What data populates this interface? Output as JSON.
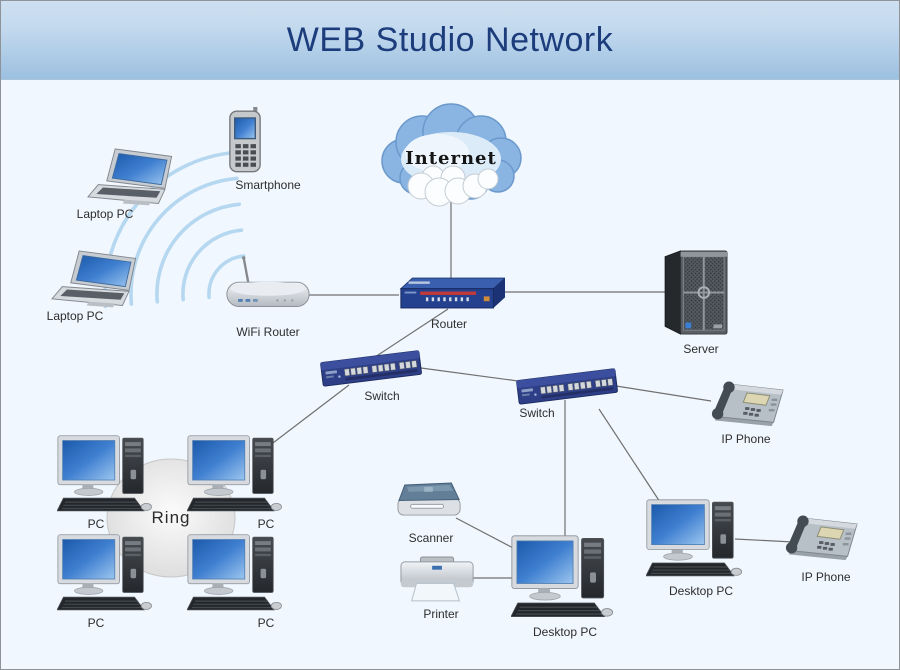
{
  "header": {
    "title": "WEB Studio Network"
  },
  "diagram": {
    "internet": {
      "label": "Internet"
    },
    "ring": {
      "label": "Ring"
    },
    "nodes": [
      {
        "id": "smartphone",
        "label": "Smartphone"
      },
      {
        "id": "laptop-pc-top",
        "label": "Laptop PC"
      },
      {
        "id": "laptop-pc-bottom",
        "label": "Laptop PC"
      },
      {
        "id": "wifi-router",
        "label": "WiFi Router"
      },
      {
        "id": "router",
        "label": "Router"
      },
      {
        "id": "server",
        "label": "Server"
      },
      {
        "id": "switch-left",
        "label": "Switch"
      },
      {
        "id": "switch-right",
        "label": "Switch"
      },
      {
        "id": "ip-phone-top",
        "label": "IP Phone"
      },
      {
        "id": "pc-top-left",
        "label": "PC"
      },
      {
        "id": "pc-top-right",
        "label": "PC"
      },
      {
        "id": "pc-bottom-left",
        "label": "PC"
      },
      {
        "id": "pc-bottom-right",
        "label": "PC"
      },
      {
        "id": "scanner",
        "label": "Scanner"
      },
      {
        "id": "printer",
        "label": "Printer"
      },
      {
        "id": "desktop-pc-center",
        "label": "Desktop PC"
      },
      {
        "id": "desktop-pc-right",
        "label": "Desktop PC"
      },
      {
        "id": "ip-phone-bottom",
        "label": "IP Phone"
      }
    ],
    "colors": {
      "title": "#1d3c7c",
      "header_top": "#cde0f1",
      "header_bottom": "#9cc0e0",
      "canvas_bg": "#f0f7fe",
      "connector": "#707070",
      "wifi_wave": "#b5d7f0",
      "screen_blue": "#2f6fc1",
      "switch_navy": "#2e3f88"
    }
  }
}
